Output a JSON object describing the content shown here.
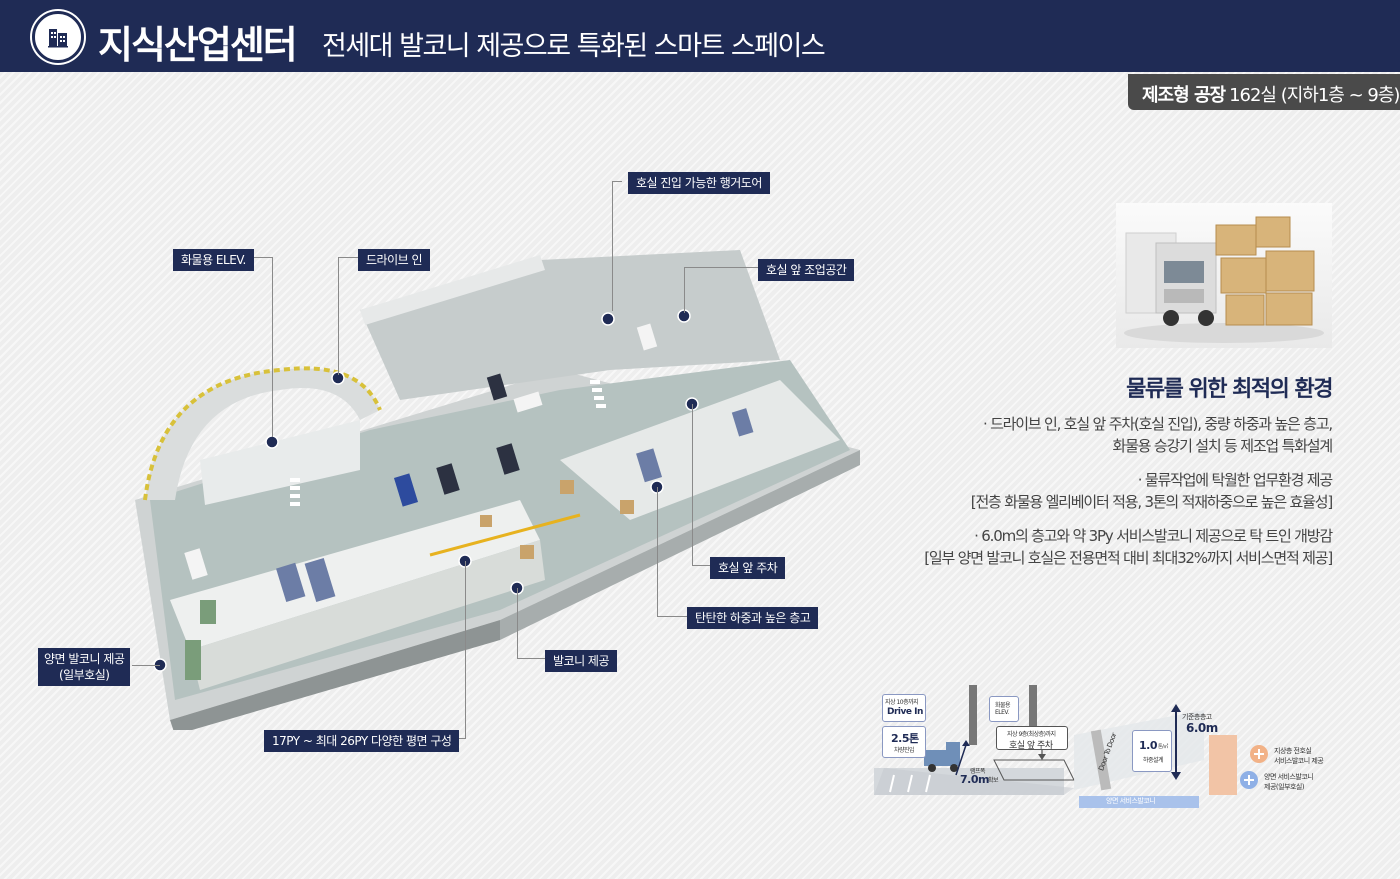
{
  "header": {
    "title": "지식산업센터",
    "subtitle": "전세대 발코니 제공으로 특화된 스마트 스페이스",
    "logo_icon": "building-icon"
  },
  "badge": {
    "strong": "제조형 공장",
    "text": "162실 (지하1층 ~ 9층)"
  },
  "callouts": {
    "hanger_door": "호실 진입 가능한 행거도어",
    "freight_elev": "화물용 ELEV.",
    "drive_in": "드라이브 인",
    "work_space": "호실 앞 조업공간",
    "parking": "호실 앞 주차",
    "floor_height": "탄탄한 하중과 높은 층고",
    "balcony": "발코니 제공",
    "floorplans": "17PY ~ 최대 26PY 다양한 평면 구성",
    "double_balcony_1": "양면 발코니 제공",
    "double_balcony_2": "(일부호실)"
  },
  "right": {
    "heading": "물류를 위한 최적의 환경",
    "features": [
      "· 드라이브 인, 호실 앞 주차(호실 진입), 중량 하중과 높은 층고,",
      "화물용 승강기 설치 등 제조업 특화설계",
      "· 물류작업에 탁월한 업무환경 제공",
      "[전층 화물용 엘리베이터 적용, 3톤의 적재하중으로 높은 효율성]",
      "· 6.0m의 층고와 약 3Py 서비스발코니 제공으로 탁 트인 개방감",
      "[일부 양면 발코니 호실은 전용면적 대비 최대32%까지 서비스면적 제공]"
    ]
  },
  "section": {
    "drive_in_small": "지상 10층까지",
    "drive_in": "Drive In",
    "ton": "2.5톤",
    "ton_sub": "차량진입",
    "ramp": "램프폭",
    "ramp_value": "7.0m",
    "ramp_suffix": "확보",
    "elev": "화물용",
    "elev2": "ELEV.",
    "park_small": "지상 9층(최상층)까지",
    "park": "호실 앞 주차",
    "door": "Door To Door",
    "load": "1.0",
    "load_unit": "톤/㎡",
    "load_sub": "하중설계",
    "height_small": "기준층층고",
    "height": "6.0m",
    "balcony_bar": "양면 서비스발코니",
    "plus1a": "지상층 전호실",
    "plus1b": "서비스발코니 제공",
    "plus2a": "양면 서비스발코니",
    "plus2b": "제공(일부호실)"
  }
}
